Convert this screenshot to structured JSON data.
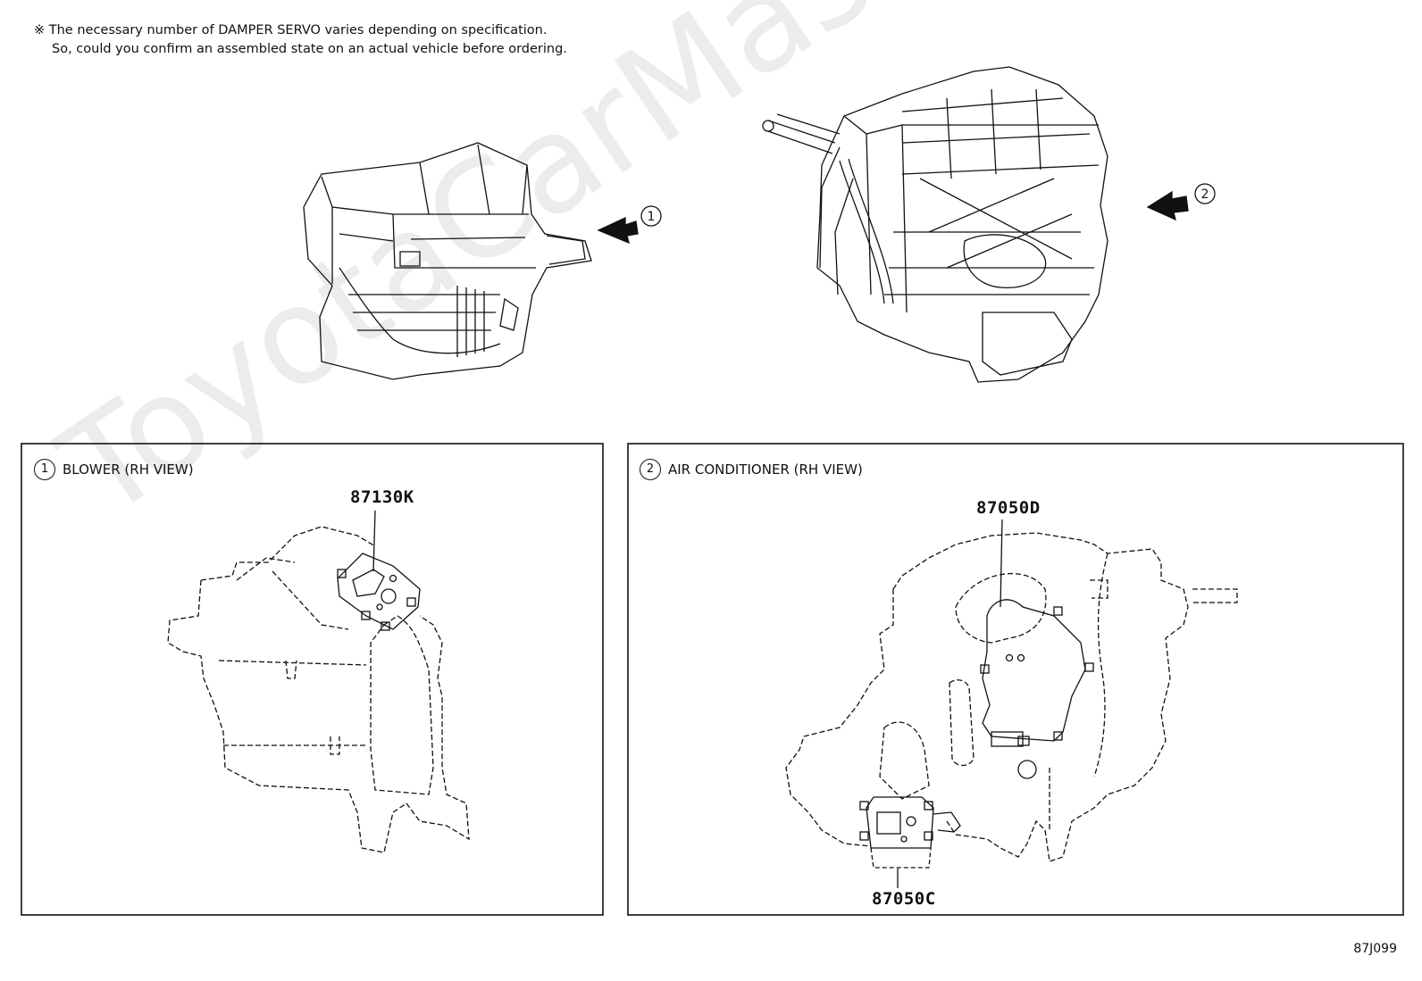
{
  "note": {
    "line1": "※ The necessary number of DAMPER SERVO varies depending on specification.",
    "line2": "So, could you confirm an assembled state on an actual vehicle before ordering."
  },
  "callouts": {
    "blower": "1",
    "air_conditioner": "2"
  },
  "panels": {
    "blower": {
      "number": "1",
      "title": "BLOWER (RH VIEW)",
      "part": "87130K"
    },
    "air_conditioner": {
      "number": "2",
      "title": "AIR CONDITIONER (RH VIEW)",
      "part_top": "87050D",
      "part_bottom": "87050C"
    }
  },
  "diagram_code": "87J099",
  "watermark": "ToyotaCarMaster.ru"
}
